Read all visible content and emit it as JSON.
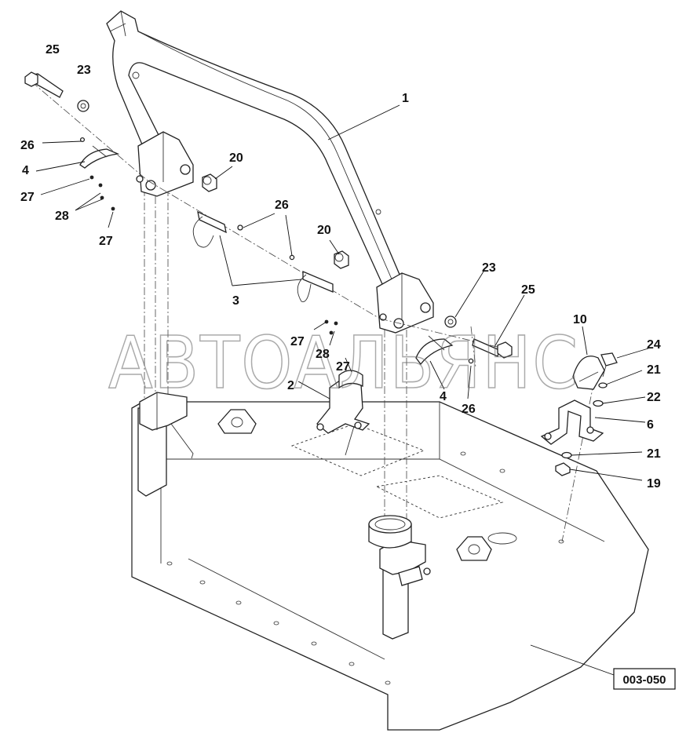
{
  "watermark": "АВТОАЛЬЯНС",
  "reference_code": "003-050",
  "callouts": [
    {
      "id": "c25a",
      "label": "25"
    },
    {
      "id": "c23a",
      "label": "23"
    },
    {
      "id": "c1",
      "label": "1"
    },
    {
      "id": "c26a",
      "label": "26"
    },
    {
      "id": "c4a",
      "label": "4"
    },
    {
      "id": "c20a",
      "label": "20"
    },
    {
      "id": "c27a",
      "label": "27"
    },
    {
      "id": "c28a",
      "label": "28"
    },
    {
      "id": "c26b",
      "label": "26"
    },
    {
      "id": "c27b",
      "label": "27"
    },
    {
      "id": "c20b",
      "label": "20"
    },
    {
      "id": "c3",
      "label": "3"
    },
    {
      "id": "c23b",
      "label": "23"
    },
    {
      "id": "c25b",
      "label": "25"
    },
    {
      "id": "c10",
      "label": "10"
    },
    {
      "id": "c24",
      "label": "24"
    },
    {
      "id": "c27c",
      "label": "27"
    },
    {
      "id": "c28b",
      "label": "28"
    },
    {
      "id": "c27d",
      "label": "27"
    },
    {
      "id": "c21a",
      "label": "21"
    },
    {
      "id": "c2",
      "label": "2"
    },
    {
      "id": "c22",
      "label": "22"
    },
    {
      "id": "c4b",
      "label": "4"
    },
    {
      "id": "c26c",
      "label": "26"
    },
    {
      "id": "c6",
      "label": "6"
    },
    {
      "id": "c21b",
      "label": "21"
    },
    {
      "id": "c19",
      "label": "19"
    }
  ]
}
